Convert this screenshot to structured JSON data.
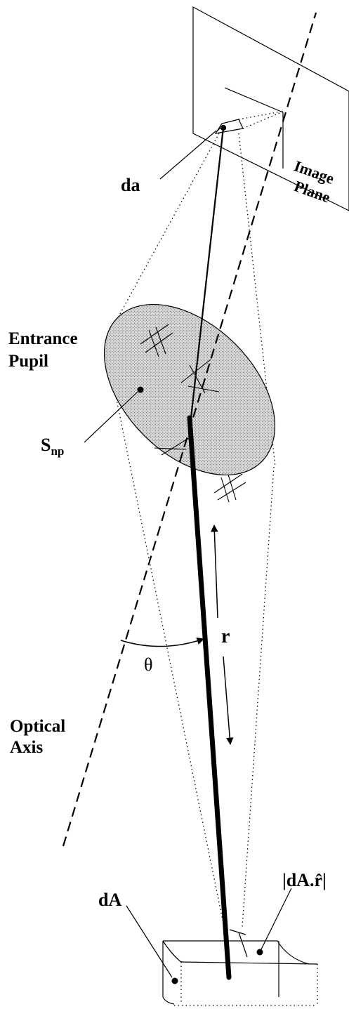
{
  "labels": {
    "da": "da",
    "image_plane_line1": "Image",
    "image_plane_line2": "Plane",
    "entrance_pupil_line1": "Entrance",
    "entrance_pupil_line2": "Pupil",
    "snp_main": "S",
    "snp_sub": "np",
    "r": "r",
    "theta": "θ",
    "optical_axis_line1": "Optical",
    "optical_axis_line2": "Axis",
    "dA": "dA",
    "dot_product": "|dA.r̂|"
  },
  "colors": {
    "ink": "#000000",
    "pupil_fill": "#c4c4c4",
    "background": "#ffffff"
  }
}
